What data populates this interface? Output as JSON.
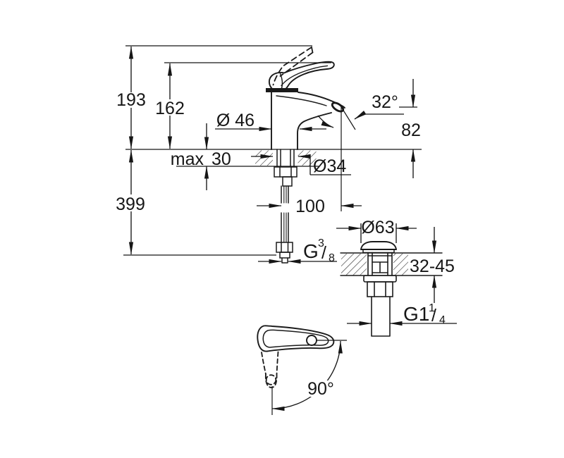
{
  "drawing": {
    "title": "basin mixer installation dimension drawing",
    "background": "#ffffff",
    "line_color": "#1a1a1a",
    "views": {
      "side_view": {
        "total_height": "193",
        "body_height": "162",
        "below_deck_length": "399",
        "deck_max_label": "max",
        "deck_max_value": "30",
        "body_diameter": "Ø 46",
        "hole_diameter": "Ø34",
        "spray_angle": "32°",
        "outlet_height": "82",
        "spout_projection": "100"
      },
      "supply_thread": {
        "base": "G",
        "sup": "3",
        "slash": "/",
        "sub": "8"
      },
      "waste_valve": {
        "cap_diameter": "Ø63",
        "deck_range": "32-45",
        "thread_base": "G1",
        "thread_sup": "1",
        "thread_slash": "/",
        "thread_sub": "4"
      },
      "handle_top_view": {
        "swivel_angle": "90°"
      }
    }
  }
}
